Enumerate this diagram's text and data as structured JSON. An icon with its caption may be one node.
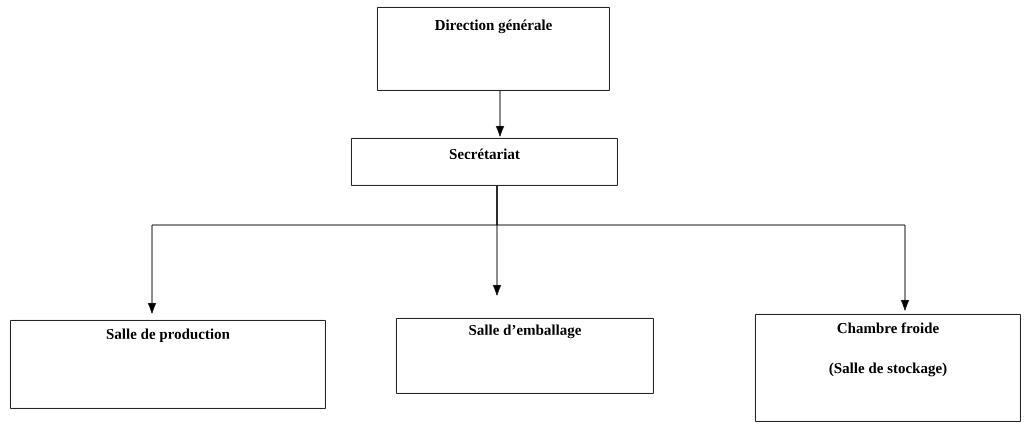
{
  "diagram": {
    "nodes": [
      {
        "text": [
          "Direction générale"
        ]
      },
      {
        "text": [
          "Secrétariat"
        ]
      },
      {
        "text": [
          "Salle de production"
        ]
      },
      {
        "text": [
          "Salle d’emballage"
        ]
      },
      {
        "text": [
          "Chambre froide",
          "(Salle de stockage)"
        ]
      }
    ],
    "edges": [
      {
        "from": 0,
        "to": 1,
        "arrow": "to"
      },
      {
        "from": 1,
        "to": 2,
        "arrow": "to"
      },
      {
        "from": 1,
        "to": 3,
        "arrow": "to"
      },
      {
        "from": 1,
        "to": 4,
        "arrow": "to"
      }
    ]
  }
}
